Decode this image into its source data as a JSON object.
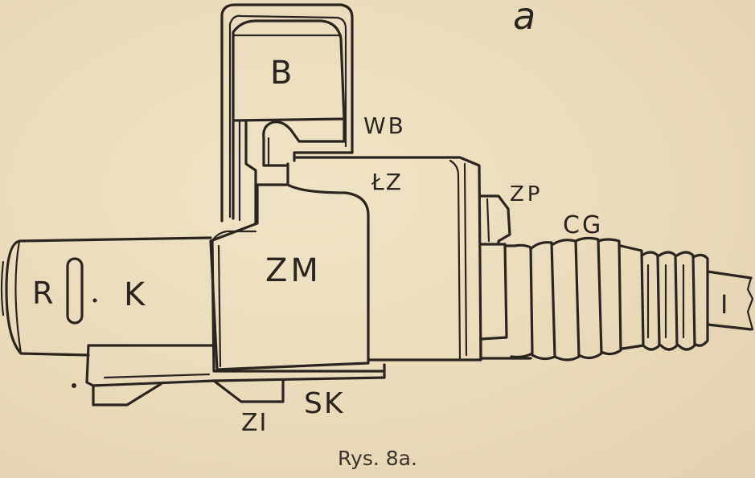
{
  "figure": {
    "corner_mark": "a",
    "caption": "Rys. 8a.",
    "labels": {
      "B": "B",
      "WB": "WB",
      "LZ": "ŁZ",
      "ZP": "ZP",
      "CG": "CG",
      "ZM": "ZM",
      "R": "R",
      "K": "K",
      "I": "I",
      "ZI": "ZI",
      "SK": "SK"
    }
  }
}
